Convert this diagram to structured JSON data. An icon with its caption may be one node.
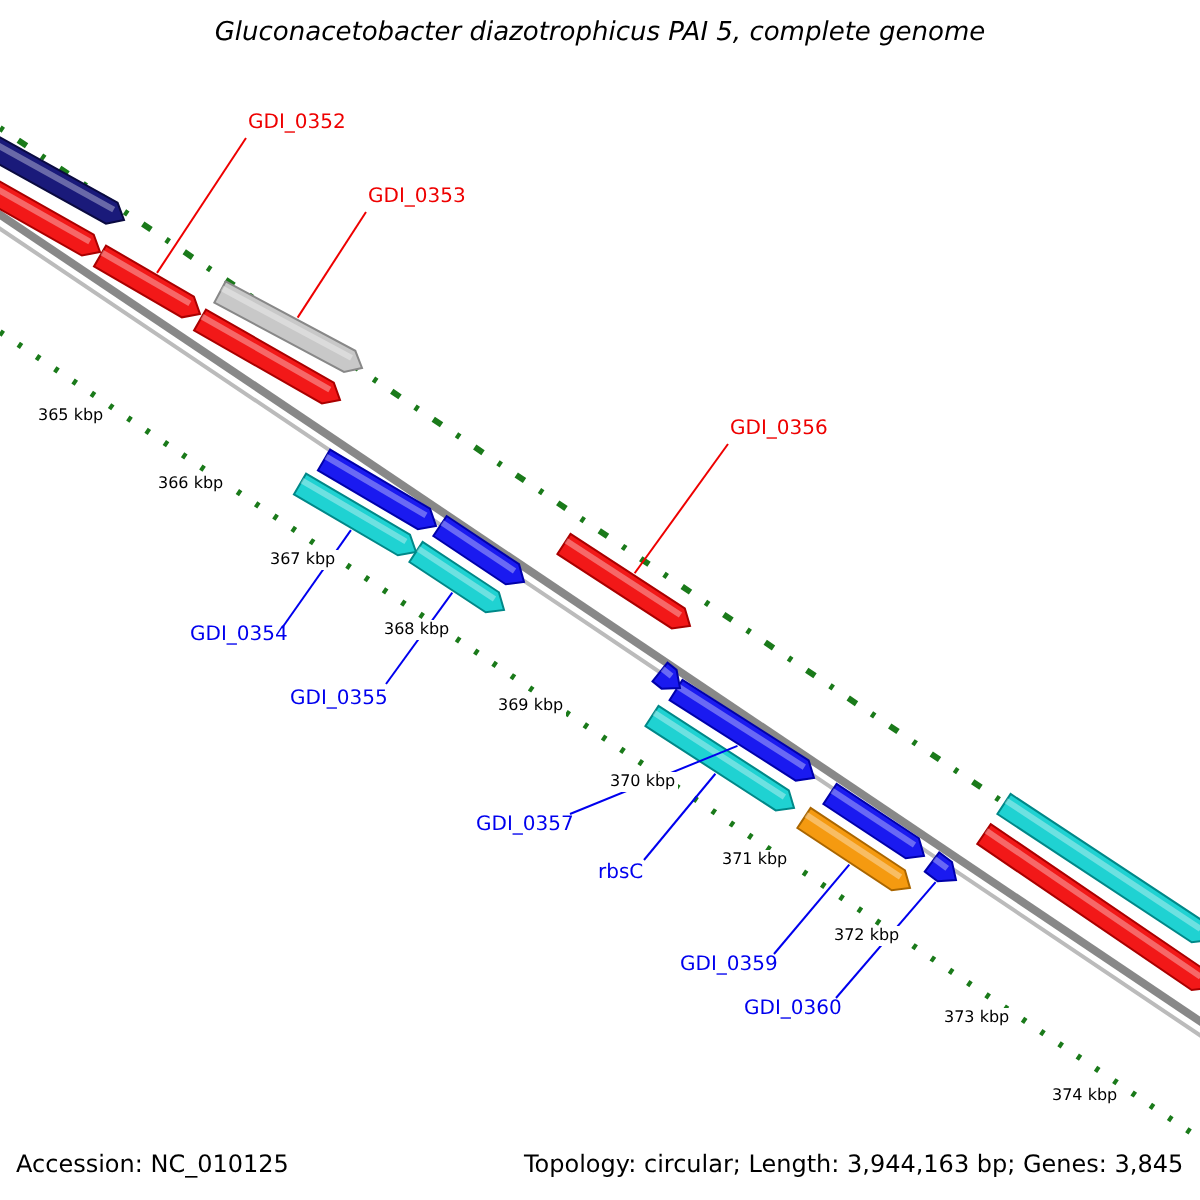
{
  "diagram": {
    "title": "Gluconacetobacter diazotrophicus PAI 5, complete genome",
    "nodes": [
      {
        "text": [
          "GDI_0352"
        ]
      },
      {
        "text": [
          "GDI_0353"
        ]
      },
      {
        "text": [
          "GDI_0356"
        ]
      },
      {
        "text": [
          "GDI_0354"
        ]
      },
      {
        "text": [
          "GDI_0355"
        ]
      },
      {
        "text": [
          "GDI_0357"
        ]
      },
      {
        "text": [
          "rbsC"
        ]
      },
      {
        "text": [
          "GDI_0359"
        ]
      },
      {
        "text": [
          "GDI_0360"
        ]
      },
      {
        "text": [],
        "shape": "bar"
      },
      {
        "text": [],
        "shape": "bar"
      },
      {
        "text": [],
        "shape": "bar"
      },
      {
        "text": [],
        "shape": "bar"
      },
      {
        "text": [],
        "shape": "bar"
      },
      {
        "text": [],
        "shape": "bar"
      },
      {
        "text": [],
        "shape": "bar"
      },
      {
        "text": [],
        "shape": "bar"
      },
      {
        "text": [],
        "shape": "bar"
      },
      {
        "text": [],
        "shape": "bar"
      },
      {
        "text": [],
        "shape": "bar"
      },
      {
        "text": [],
        "shape": "bar"
      },
      {
        "text": [],
        "shape": "bar"
      },
      {
        "text": [],
        "shape": "bar"
      },
      {
        "text": [],
        "shape": "bar"
      },
      {
        "text": [],
        "shape": "bar"
      },
      {
        "text": [],
        "shape": "bar"
      },
      {
        "text": [],
        "shape": "bar"
      }
    ],
    "edges": [
      {
        "from": 0,
        "to": 9,
        "arrow": "none",
        "color": "#ee0000"
      },
      {
        "from": 1,
        "to": 10,
        "arrow": "none",
        "color": "#ee0000"
      },
      {
        "from": 2,
        "to": 11,
        "arrow": "none",
        "color": "#ee0000"
      },
      {
        "from": 3,
        "to": 12,
        "arrow": "none"
      },
      {
        "from": 4,
        "to": 13,
        "arrow": "none"
      },
      {
        "from": 5,
        "to": 14,
        "arrow": "none"
      },
      {
        "from": 6,
        "to": 15,
        "arrow": "none"
      },
      {
        "from": 7,
        "to": 16,
        "arrow": "none"
      },
      {
        "from": 8,
        "to": 17,
        "arrow": "none"
      }
    ],
    "labels": [
      "365 kbp",
      "366 kbp",
      "367 kbp",
      "368 kbp",
      "369 kbp",
      "370 kbp",
      "371 kbp",
      "372 kbp",
      "373 kbp",
      "374 kbp",
      "Accession: NC_010125",
      "Topology: circular; Length: 3,944,163 bp; Genes: 3,845"
    ]
  }
}
